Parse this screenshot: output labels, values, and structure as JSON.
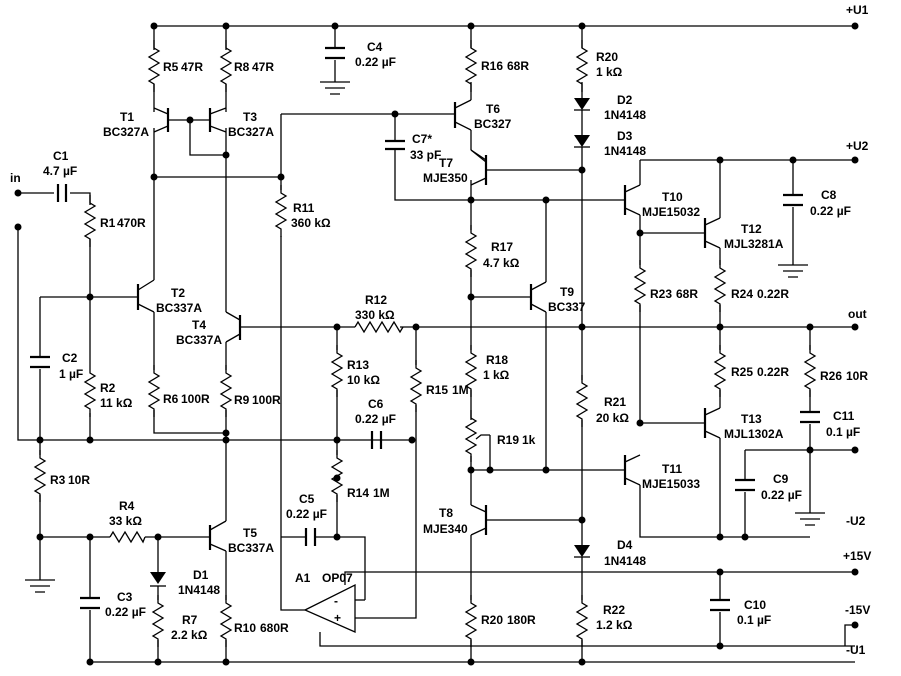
{
  "rails": {
    "pos_u1": "+U1",
    "pos_u2": "+U2",
    "out": "out",
    "neg_u2": "-U2",
    "pos_15v": "+15V",
    "neg_15v": "-15V",
    "neg_u1": "-U1",
    "input": "in"
  },
  "transistors": [
    {
      "ref": "T1",
      "value": "BC327A"
    },
    {
      "ref": "T2",
      "value": "BC337A"
    },
    {
      "ref": "T3",
      "value": "BC327A"
    },
    {
      "ref": "T4",
      "value": "BC337A"
    },
    {
      "ref": "T5",
      "value": "BC337A"
    },
    {
      "ref": "T6",
      "value": "BC327"
    },
    {
      "ref": "T7",
      "value": "MJE350"
    },
    {
      "ref": "T8",
      "value": "MJE340"
    },
    {
      "ref": "T9",
      "value": "BC337"
    },
    {
      "ref": "T10",
      "value": "MJE15032"
    },
    {
      "ref": "T11",
      "value": "MJE15033"
    },
    {
      "ref": "T12",
      "value": "MJL3281A"
    },
    {
      "ref": "T13",
      "value": "MJL1302A"
    }
  ],
  "resistors": [
    {
      "ref": "R1",
      "value": "470R"
    },
    {
      "ref": "R2",
      "value": "11 kΩ"
    },
    {
      "ref": "R3",
      "value": "10R"
    },
    {
      "ref": "R4",
      "value": "33 kΩ"
    },
    {
      "ref": "R5",
      "value": "47R"
    },
    {
      "ref": "R6",
      "value": "100R"
    },
    {
      "ref": "R7",
      "value": "2.2 kΩ"
    },
    {
      "ref": "R8",
      "value": "47R"
    },
    {
      "ref": "R9",
      "value": "100R"
    },
    {
      "ref": "R10",
      "value": "680R"
    },
    {
      "ref": "R11",
      "value": "360 kΩ"
    },
    {
      "ref": "R12",
      "value": "330 kΩ"
    },
    {
      "ref": "R13",
      "value": "10 kΩ"
    },
    {
      "ref": "R14",
      "value": "1M"
    },
    {
      "ref": "R15",
      "value": "1M"
    },
    {
      "ref": "R16",
      "value": "68R"
    },
    {
      "ref": "R17",
      "value": "4.7 kΩ"
    },
    {
      "ref": "R18",
      "value": "1 kΩ"
    },
    {
      "ref": "R19",
      "value": "1k"
    },
    {
      "ref": "R20",
      "value": "1 kΩ"
    },
    {
      "ref": "R20",
      "value": "180R"
    },
    {
      "ref": "R21",
      "value": "20 kΩ"
    },
    {
      "ref": "R22",
      "value": "1.2 kΩ"
    },
    {
      "ref": "R23",
      "value": "68R"
    },
    {
      "ref": "R24",
      "value": "0.22R"
    },
    {
      "ref": "R25",
      "value": "0.22R"
    },
    {
      "ref": "R26",
      "value": "10R"
    }
  ],
  "capacitors": [
    {
      "ref": "C1",
      "value": "4.7 µF"
    },
    {
      "ref": "C2",
      "value": "1 µF"
    },
    {
      "ref": "C3",
      "value": "0.22 µF"
    },
    {
      "ref": "C4",
      "value": "0.22 µF"
    },
    {
      "ref": "C5",
      "value": "0.22 µF"
    },
    {
      "ref": "C6",
      "value": "0.22 µF"
    },
    {
      "ref": "C7*",
      "value": "33 pF"
    },
    {
      "ref": "C8",
      "value": "0.22 µF"
    },
    {
      "ref": "C9",
      "value": "0.22 µF"
    },
    {
      "ref": "C10",
      "value": "0.1 µF"
    },
    {
      "ref": "C11",
      "value": "0.1 µF"
    }
  ],
  "diodes": [
    {
      "ref": "D1",
      "value": "1N4148"
    },
    {
      "ref": "D2",
      "value": "1N4148"
    },
    {
      "ref": "D3",
      "value": "1N4148"
    },
    {
      "ref": "D4",
      "value": "1N4148"
    }
  ],
  "opamp": {
    "ref": "A1",
    "value": "OP07",
    "minus": "-",
    "plus": "+"
  }
}
